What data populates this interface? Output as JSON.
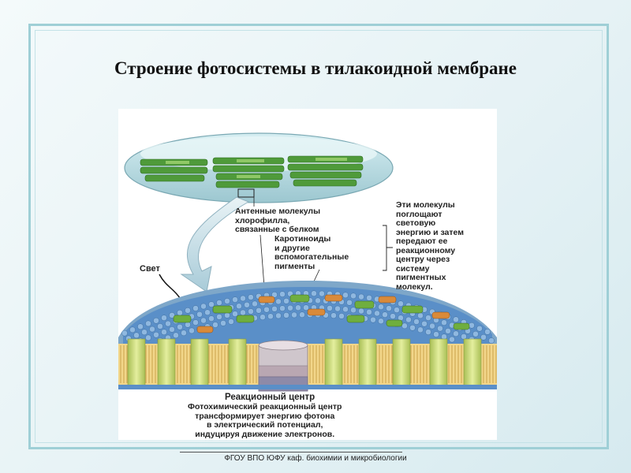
{
  "slide": {
    "title": "Строение фотосистемы в тилакоидной мембране",
    "footer": "ФГОУ ВПО ЮФУ  каф. биохимии и микробиологии"
  },
  "diagram": {
    "label_antenna": "Антенные молекулы\nхлорофилла,\nсвязанные с белком",
    "label_carotenoids": "Каротиноиды\nи другие\nвспомогательные\nпигменты",
    "label_molecules": "Эти молекулы\nпоглощают\nсветовую\nэнергию и затем\nпередают ее\nреакционному\nцентру через\nсистему\nпигментных\nмолекул.",
    "label_light": "Свет",
    "reaction_center_title": "Реакционный центр",
    "reaction_center_desc": "Фотохимический реакционный центр\nтрансформирует энергию фотона\nв электрический потенциал,\nиндуцируя движение электронов.",
    "colors": {
      "chloroplast_outer": "#a8d3dc",
      "thylakoid": "#4f9a3a",
      "antenna_green": "#6fae3e",
      "carotenoid_orange": "#d98a3a",
      "lipid_head": "#5a8fc8",
      "protein_cylinder": "#c9d97a",
      "reaction_center": "#cfc6cc"
    }
  }
}
